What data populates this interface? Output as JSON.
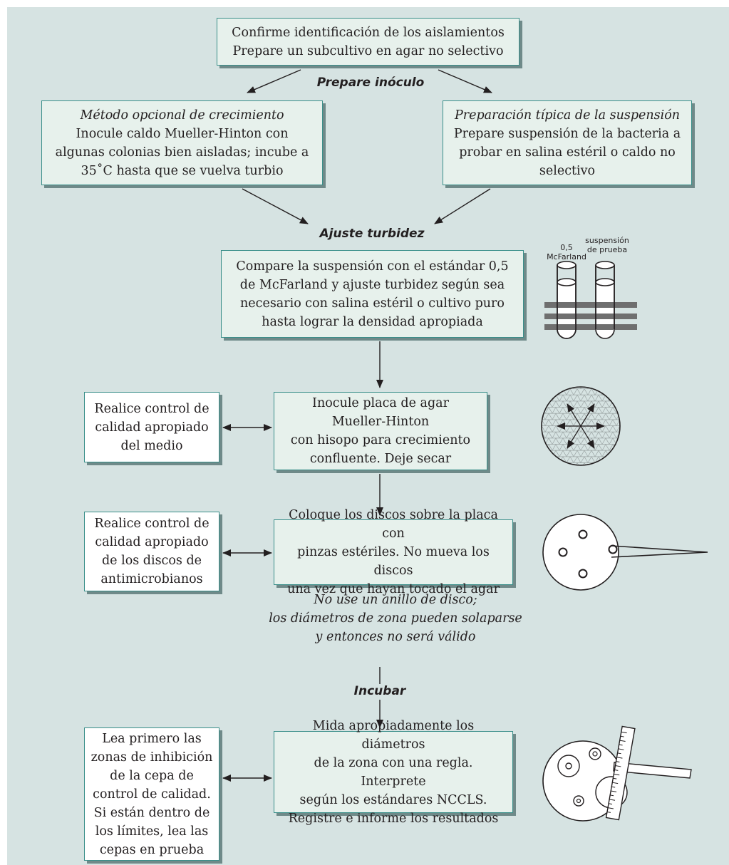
{
  "top_box": {
    "line1": "Confirme identificación de los aislamientos",
    "line2": "Prepare un subcultivo en agar no selectivo"
  },
  "labels": {
    "prepare": "Prepare inóculo",
    "adjust": "Ajuste turbidez",
    "incubate": "Incubar"
  },
  "growth_box": {
    "title": "Método opcional de crecimiento",
    "lines": [
      "Inocule caldo Mueller-Hinton con",
      "algunas colonias bien aisladas; incube a",
      "35˚C hasta que se vuelva turbio"
    ]
  },
  "suspension_box": {
    "title": "Preparación típica de la  suspensión",
    "lines": [
      "Prepare suspensión de la bacteria a",
      "probar en salina estéril o caldo no",
      "selectivo"
    ]
  },
  "compare_box": {
    "lines": [
      "Compare la suspensión con el estándar 0,5",
      "de McFarland y ajuste turbidez según sea",
      "necesario con salina estéril o cultivo puro",
      "hasta lograr la densidad apropiada"
    ]
  },
  "tubes": {
    "left": [
      "0,5",
      "McFarland"
    ],
    "right": [
      "suspensión",
      "de prueba"
    ]
  },
  "inoculate_box": {
    "lines": [
      "Inocule placa de agar",
      "Mueller-Hinton",
      "con hisopo para crecimiento",
      "confluente. Deje secar"
    ]
  },
  "qc_medium_box": {
    "lines": [
      "Realice control de",
      "calidad apropiado",
      "del medio"
    ]
  },
  "discs_box": {
    "lines": [
      "Coloque los discos sobre la placa con",
      "pinzas estériles. No mueva los discos",
      "una vez que hayan tocado el agar"
    ]
  },
  "qc_discs_box": {
    "lines": [
      "Realice control de",
      "calidad apropiado",
      "de los discos de",
      "antimicrobianos"
    ]
  },
  "warning_note": {
    "lines": [
      "No use un anillo de disco;",
      "los diámetros de zona pueden solaparse",
      "y entonces no será válido"
    ]
  },
  "measure_box": {
    "lines": [
      "Mida apropiadamente los diámetros",
      "de la zona con una regla. Interprete",
      "según los estándares NCCLS.",
      "Registre e informe los resultados"
    ]
  },
  "read_box": {
    "lines": [
      "Lea primero las",
      "zonas de inhibición",
      "de la cepa de",
      "control de calidad.",
      "Si están dentro de",
      "los límites, lea las",
      "cepas en prueba"
    ]
  },
  "colors": {
    "panel": "#d6e3e2",
    "box_green": "#e7f1ec",
    "border": "#3a8f8a",
    "shadow": "#6f8a89"
  }
}
